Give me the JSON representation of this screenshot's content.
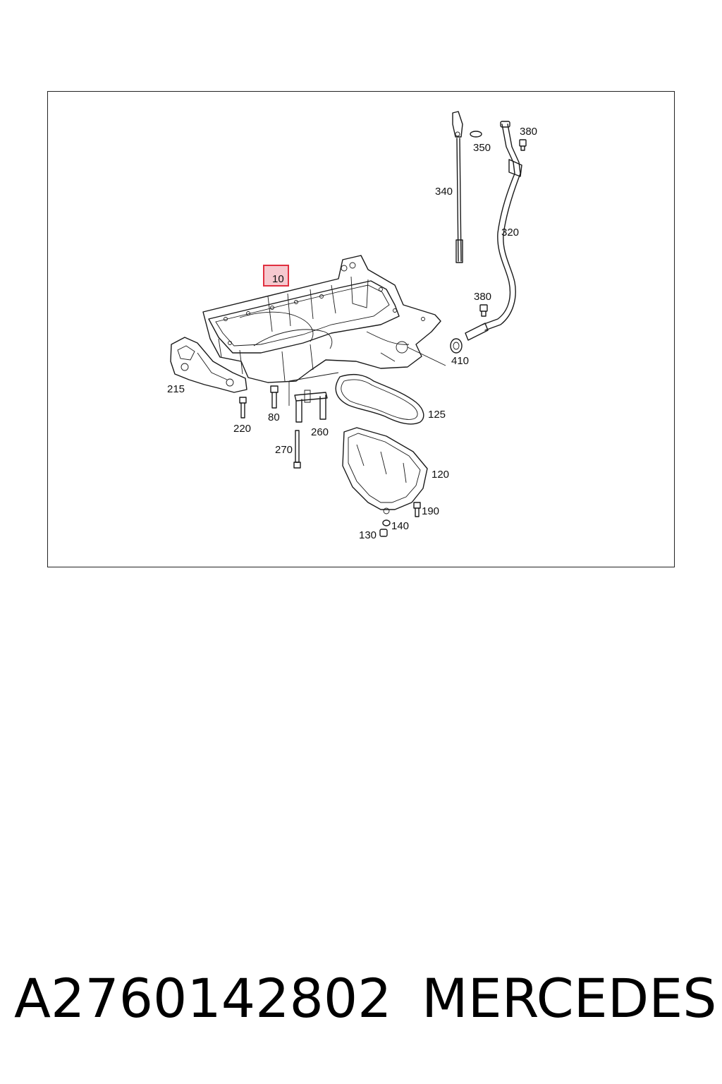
{
  "diagram": {
    "highlighted_part": "10",
    "labels": {
      "p10": "10",
      "p120": "120",
      "p125": "125",
      "p130": "130",
      "p140": "140",
      "p190": "190",
      "p215": "215",
      "p220": "220",
      "p260": "260",
      "p270": "270",
      "p320": "320",
      "p340": "340",
      "p350": "350",
      "p380a": "380",
      "p380b": "380",
      "p410": "410",
      "p80": "80"
    },
    "highlight_color": "#e03040",
    "highlight_fill": "#f6c9cf"
  },
  "caption": {
    "part_number": "A2760142802",
    "brand": "MERCEDES"
  }
}
